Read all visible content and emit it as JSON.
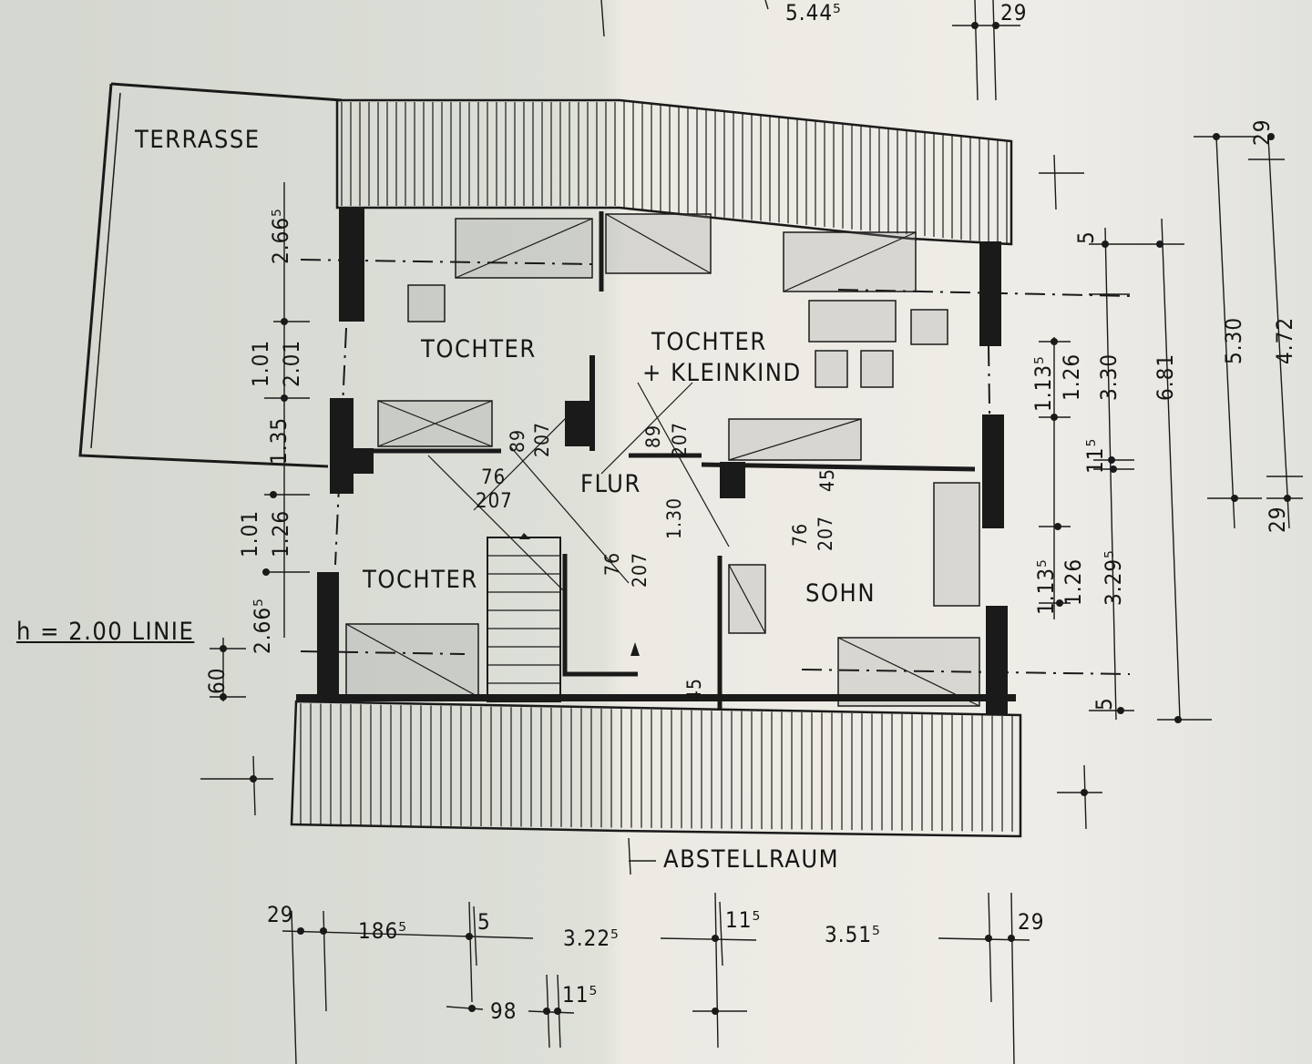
{
  "rooms": {
    "terrasse": "TERRASSE",
    "tochter_1": "TOCHTER",
    "tochter_kleinkind_1": "TOCHTER",
    "tochter_kleinkind_2": "+ KLEINKIND",
    "flur": "FLUR",
    "tochter_2": "TOCHTER",
    "sohn": "SOHN",
    "abstellraum": "ABSTELLRAUM"
  },
  "annotations": {
    "h_line": "h = 2.00  LINIE"
  },
  "dimensions": {
    "top": [
      "5.44⁵",
      "29"
    ],
    "right_inner": [
      "5",
      "1.13⁵",
      "1.26",
      "3.30",
      "11⁵",
      "1.13⁵",
      "1.26",
      "3.29⁵",
      "5"
    ],
    "right_outer": [
      "6.81",
      "5.30",
      "4.72",
      "29",
      "29"
    ],
    "left": [
      "2.66⁵",
      "1.01",
      "2.01",
      "1.35",
      "1.01",
      "1.26",
      "2.66⁵",
      "60"
    ],
    "bottom_row1": [
      "29",
      "186⁵",
      "5",
      "3.22⁵",
      "11⁵",
      "3.51⁵",
      "29"
    ],
    "bottom_row2": [
      "98",
      "11⁵"
    ],
    "doors": [
      "89",
      "207",
      "89",
      "207",
      "76",
      "207",
      "76",
      "207",
      "45",
      "1.30",
      "76",
      "207",
      "45"
    ]
  }
}
